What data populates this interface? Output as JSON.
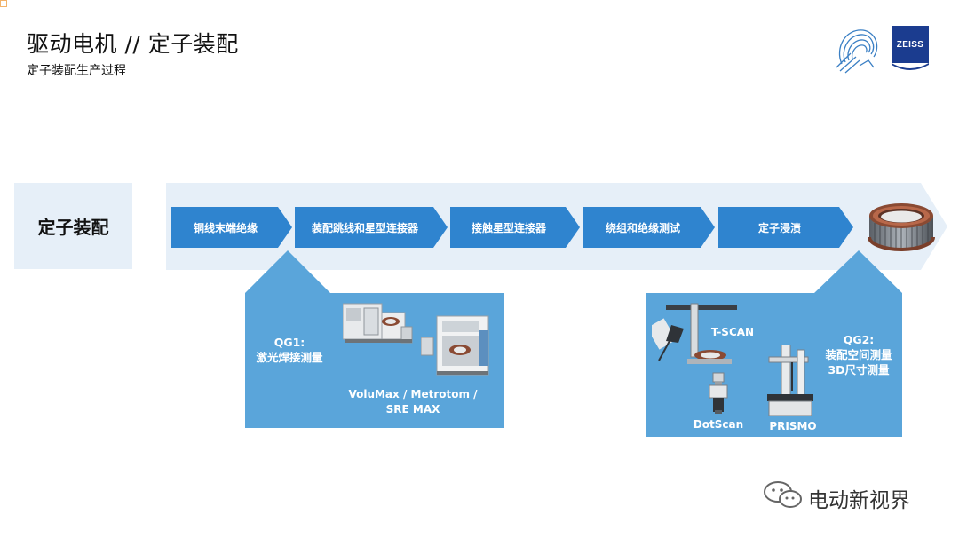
{
  "header": {
    "title": "驱动电机 // 定子装配",
    "subtitle": "定子装配生产过程"
  },
  "stator_box": {
    "label": "定子装配"
  },
  "process_steps": [
    {
      "label": "铜线末端绝缘"
    },
    {
      "label": "装配跳线和星型连接器"
    },
    {
      "label": "接触星型连接器"
    },
    {
      "label": "绕组和绝缘测试"
    },
    {
      "label": "定子浸渍"
    }
  ],
  "qg1": {
    "title_line1": "QG1:",
    "title_line2": "激光焊接测量",
    "equipment_line1": "VoluMax / Metrotom /",
    "equipment_line2": "SRE MAX"
  },
  "qg2": {
    "title_line1": "QG2:",
    "title_line2": "装配空间测量",
    "title_line3": "3D尺寸测量",
    "tscan": "T-SCAN",
    "dotscan": "DotScan",
    "prismo": "PRISMO"
  },
  "zeiss_logo": "ZEISS",
  "watermark": "电动新视界",
  "colors": {
    "band_light": "#e6eff8",
    "step_blue": "#2f84cf",
    "panel_blue": "#5aa5da",
    "zeiss_blue": "#1b3c8f"
  }
}
